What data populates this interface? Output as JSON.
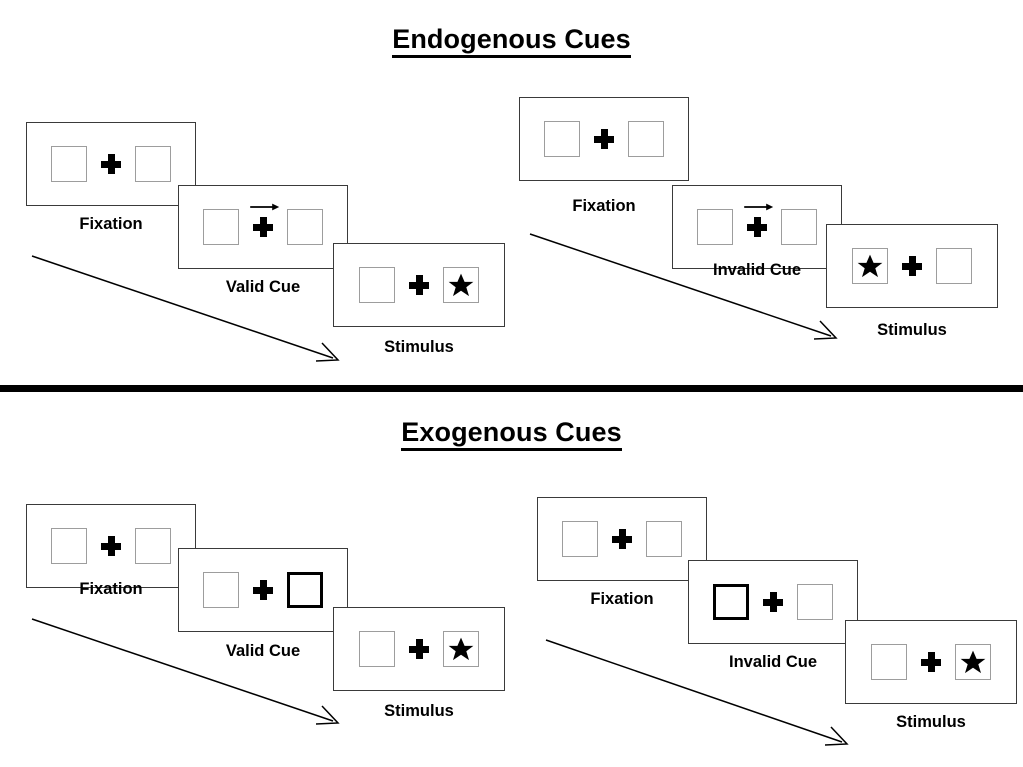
{
  "figure": {
    "sections": [
      {
        "id": "endogenous",
        "title": "Endogenous Cues",
        "panels": [
          {
            "id": "endogenous-valid",
            "trial_type": "valid",
            "frames": [
              {
                "label": "Fixation",
                "left_box": "empty",
                "right_box": "empty",
                "cue": "none",
                "target": "none"
              },
              {
                "label": "Valid Cue",
                "left_box": "empty",
                "right_box": "empty",
                "cue": "arrow-right",
                "target": "none"
              },
              {
                "label": "Stimulus",
                "left_box": "empty",
                "right_box": "star",
                "cue": "none",
                "target": "right"
              }
            ]
          },
          {
            "id": "endogenous-invalid",
            "trial_type": "invalid",
            "frames": [
              {
                "label": "Fixation",
                "left_box": "empty",
                "right_box": "empty",
                "cue": "none",
                "target": "none"
              },
              {
                "label": "Invalid Cue",
                "left_box": "empty",
                "right_box": "empty",
                "cue": "arrow-right",
                "target": "none"
              },
              {
                "label": "Stimulus",
                "left_box": "star",
                "right_box": "empty",
                "cue": "none",
                "target": "left"
              }
            ]
          }
        ]
      },
      {
        "id": "exogenous",
        "title": "Exogenous Cues",
        "panels": [
          {
            "id": "exogenous-valid",
            "trial_type": "valid",
            "frames": [
              {
                "label": "Fixation",
                "left_box": "empty",
                "right_box": "empty",
                "cue": "none",
                "target": "none"
              },
              {
                "label": "Valid Cue",
                "left_box": "empty",
                "right_box": "cued",
                "cue": "box-highlight-right",
                "target": "none"
              },
              {
                "label": "Stimulus",
                "left_box": "empty",
                "right_box": "star",
                "cue": "none",
                "target": "right"
              }
            ]
          },
          {
            "id": "exogenous-invalid",
            "trial_type": "invalid",
            "frames": [
              {
                "label": "Fixation",
                "left_box": "empty",
                "right_box": "empty",
                "cue": "none",
                "target": "none"
              },
              {
                "label": "Invalid Cue",
                "left_box": "cued",
                "right_box": "empty",
                "cue": "box-highlight-left",
                "target": "none"
              },
              {
                "label": "Stimulus",
                "left_box": "empty",
                "right_box": "star",
                "cue": "none",
                "target": "right"
              }
            ]
          }
        ]
      }
    ],
    "colors": {
      "box_border": "#9d9d9d",
      "cued_box_border": "#000000",
      "frame_border": "#3a3a3a",
      "ink": "#000000",
      "background": "#ffffff"
    },
    "time_arrow_meaning": "time"
  }
}
